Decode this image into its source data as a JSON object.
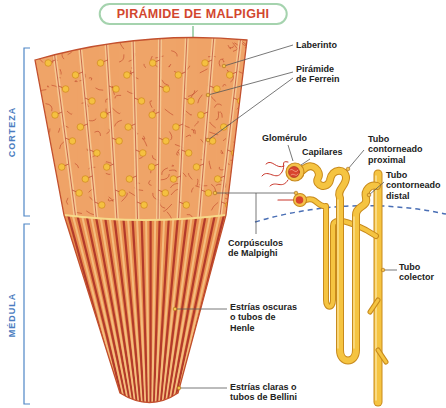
{
  "diagram": {
    "title": "PIRÁMIDE DE MALPIGHI",
    "labels": [
      "Laberinto",
      "Pirámide de Ferrein",
      "CORTEZA",
      "Glomérulo",
      "Capilares",
      "Tubo contorneado proximal",
      "Tubo contorneado distal",
      "Corpúsculos de Malpighi",
      "MÉDULA",
      "Tubo colector",
      "Estrías oscuras o tubos de Henle",
      "Estrías claras o tubos de Bellini"
    ]
  }
}
